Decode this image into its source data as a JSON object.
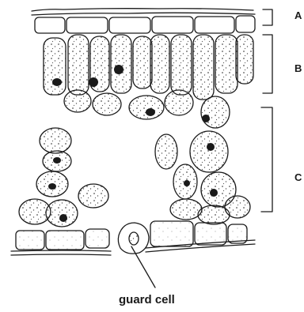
{
  "labels": {
    "a": "A",
    "b": "B",
    "c": "C",
    "guard_cell": "guard cell"
  },
  "colors": {
    "ink": "#1a1a1a",
    "cell_fill": "#ffffff",
    "stipple": "#555555",
    "nucleus": "#1a1a1a"
  }
}
